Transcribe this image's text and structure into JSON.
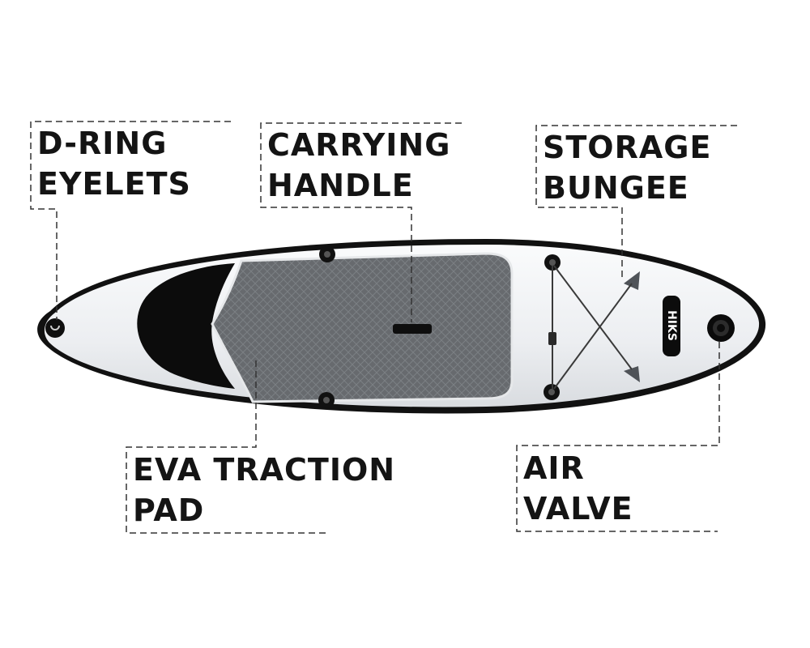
{
  "callouts": {
    "d_ring": {
      "line1": "D-RING",
      "line2": "EYELETS"
    },
    "handle": {
      "line1": "CARRYING",
      "line2": "HANDLE"
    },
    "storage": {
      "line1": "STORAGE",
      "line2": "BUNGEE"
    },
    "traction": {
      "line1": "EVA TRACTION",
      "line2": "PAD"
    },
    "valve": {
      "line1": "AIR",
      "line2": "VALVE"
    }
  },
  "brand_logo": {
    "text": "HIKS"
  },
  "colors": {
    "board_body": "#f2f3f5",
    "board_rail": "#111111",
    "traction_pad": "#6b6e72",
    "nose_pad": "#0c0c0c",
    "leader_line": "#333333"
  }
}
